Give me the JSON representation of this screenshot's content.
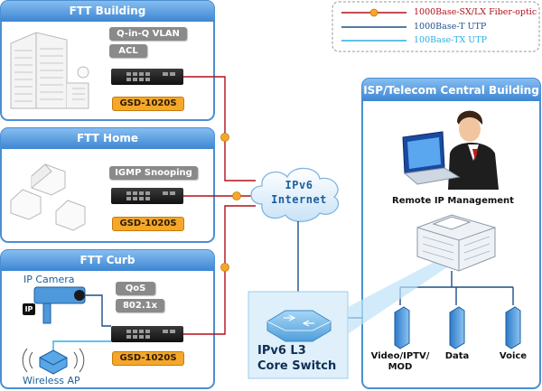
{
  "legend": {
    "fiber": "1000Base-SX/LX Fiber-optic",
    "t_utp": "1000Base-T UTP",
    "tx_utp": "100Base-TX UTP"
  },
  "panels": {
    "building": {
      "title": "FTT Building",
      "badges": [
        "Q-in-Q VLAN",
        "ACL"
      ],
      "model": "GSD-1020S"
    },
    "home": {
      "title": "FTT Home",
      "badges": [
        "IGMP Snooping"
      ],
      "model": "GSD-1020S"
    },
    "curb": {
      "title": "FTT Curb",
      "badges": [
        "QoS",
        "802.1x"
      ],
      "model": "GSD-1020S",
      "camera": "IP Camera",
      "camera_tag": "IP",
      "wireless": "Wireless AP"
    },
    "isp": {
      "title": "ISP/Telecom Central Building",
      "remote": "Remote IP Management",
      "servers": [
        "Video/IPTV/\nMOD",
        "Data",
        "Voice"
      ]
    }
  },
  "cloud": {
    "line1": "IPv6",
    "line2": "Internet"
  },
  "core": {
    "line1": "IPv6 L3",
    "line2": "Core Switch"
  },
  "colors": {
    "panel_border": "#4a8fd4",
    "header_blue": "#5b9fe2",
    "fiber": "#b0101a",
    "t_utp": "#1d4e8a",
    "tx_utp": "#2aaee8",
    "orange": "#f4a72a"
  }
}
